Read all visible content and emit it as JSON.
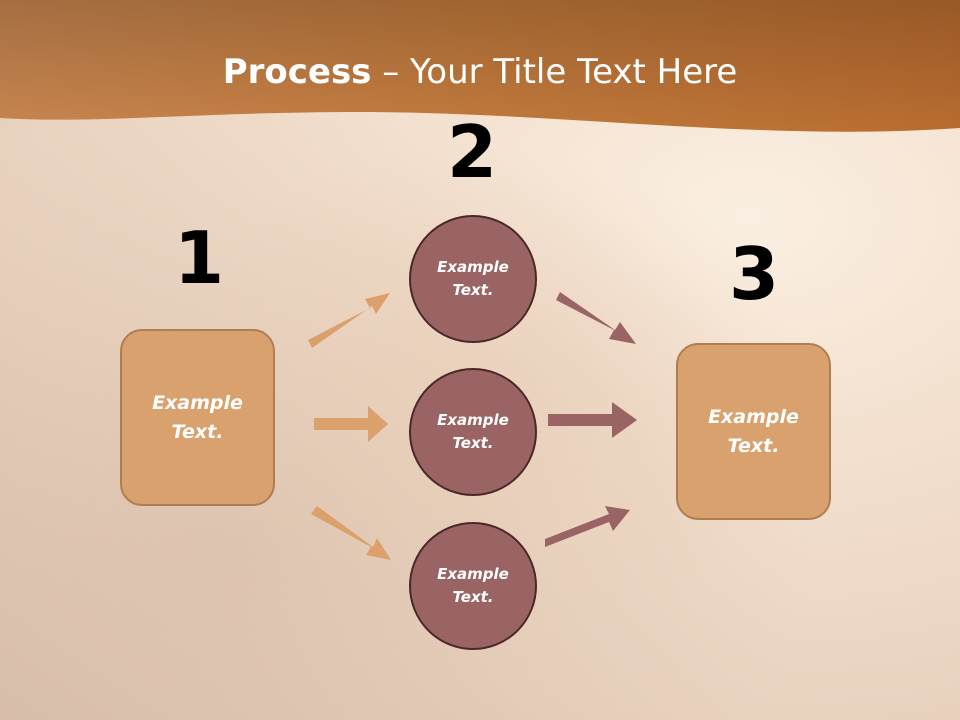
{
  "slide": {
    "title_bold": "Process",
    "title_rest": " – Your Title Text Here"
  },
  "steps": {
    "one": "1",
    "two": "2",
    "three": "3"
  },
  "left_box": {
    "line1": "Example",
    "line2": "Text."
  },
  "right_box": {
    "line1": "Example",
    "line2": "Text."
  },
  "circles": [
    {
      "line1": "Example",
      "line2": "Text."
    },
    {
      "line1": "Example",
      "line2": "Text."
    },
    {
      "line1": "Example",
      "line2": "Text."
    }
  ],
  "colors": {
    "header": "#c27a3c",
    "box_fill": "#d9a16e",
    "circle_fill": "#9a6464",
    "arrow_in": "#dba06c",
    "arrow_out": "#9a6464"
  }
}
